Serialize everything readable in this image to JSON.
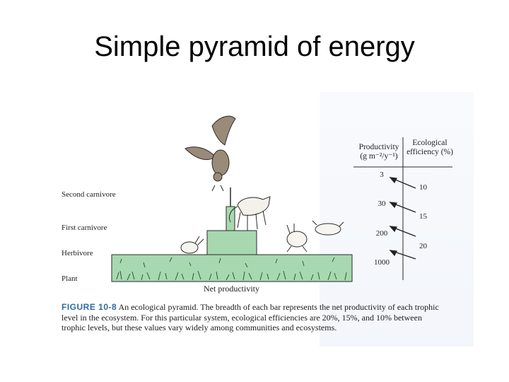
{
  "slide": {
    "title": "Simple pyramid of energy"
  },
  "figure": {
    "levels": [
      {
        "label": "Second carnivore"
      },
      {
        "label": "First carnivore"
      },
      {
        "label": "Herbivore"
      },
      {
        "label": "Plant"
      }
    ],
    "axis_label": "Net productivity",
    "productivity_header": "Productivity (g m⁻²/y⁻¹)",
    "efficiency_header": "Ecological efficiency (%)",
    "productivity_values": [
      "3",
      "30",
      "200",
      "1000"
    ],
    "efficiency_values": [
      "10",
      "15",
      "20"
    ],
    "caption_number": "FIGURE 10-8",
    "caption_text": "An ecological pyramid. The breadth of each bar represents the net productivity of each trophic level in the ecosystem. For this particular system, ecological efficiencies are 20%, 15%, and 10% between trophic levels, but these values vary widely among communities and ecosystems.",
    "colors": {
      "bar_fill": "#a8d8b0",
      "bar_stroke": "#2a2a2a",
      "arrow": "#222222"
    }
  }
}
